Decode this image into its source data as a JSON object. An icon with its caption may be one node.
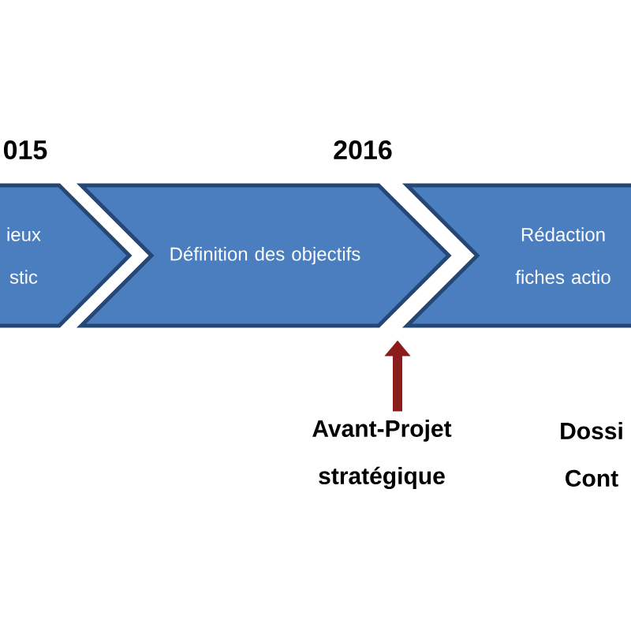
{
  "diagram": {
    "nodes": [
      {
        "text": [
          "ieux stic"
        ]
      },
      {
        "text": [
          "Définition des objectifs"
        ]
      },
      {
        "text": [
          "Rédaction fiches actio"
        ]
      },
      {
        "text": [
          "Avant-Projet stratégique"
        ]
      },
      {
        "text": [
          "Dossi Cont"
        ]
      }
    ],
    "edges": [
      {
        "from": 3,
        "to": 2,
        "arrow": "to"
      }
    ],
    "labels": [
      "015",
      "2016"
    ]
  }
}
